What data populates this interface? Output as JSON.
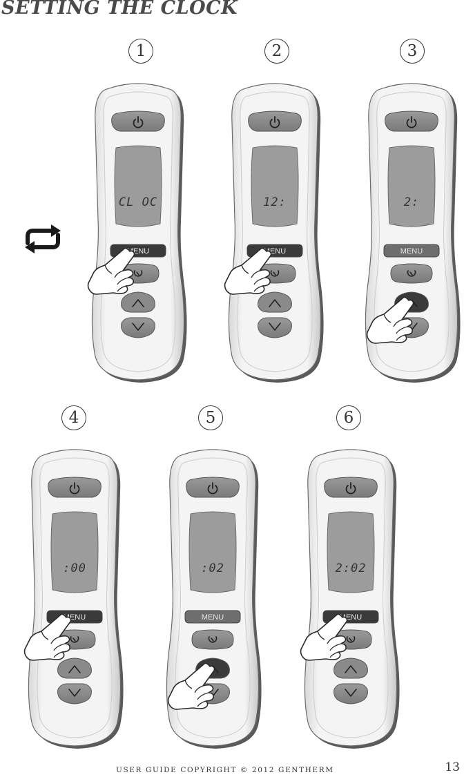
{
  "title": "SETTING THE CLOCK",
  "steps": [
    {
      "number": "1",
      "display": "CL OC",
      "menu_label": "MENU",
      "pressed": "menu"
    },
    {
      "number": "2",
      "display": "12:",
      "menu_label": "MENU",
      "pressed": "menu"
    },
    {
      "number": "3",
      "display": "2:",
      "menu_label": "MENU",
      "pressed": "up"
    },
    {
      "number": "4",
      "display": ":00",
      "menu_label": "MENU",
      "pressed": "menu"
    },
    {
      "number": "5",
      "display": ":02",
      "menu_label": "MENU",
      "pressed": "up"
    },
    {
      "number": "6",
      "display": "2:02",
      "menu_label": "MENU",
      "pressed": "menu"
    }
  ],
  "icons": {
    "repeat": "repeat-icon",
    "power": "power-icon",
    "timer": "timer-icon",
    "up": "chevron-up-icon",
    "down": "chevron-down-icon",
    "hand": "pointing-hand-icon"
  },
  "footer": {
    "text": "USER GUIDE COPYRIGHT © 2012 GENTHERM",
    "page_number": "13"
  }
}
